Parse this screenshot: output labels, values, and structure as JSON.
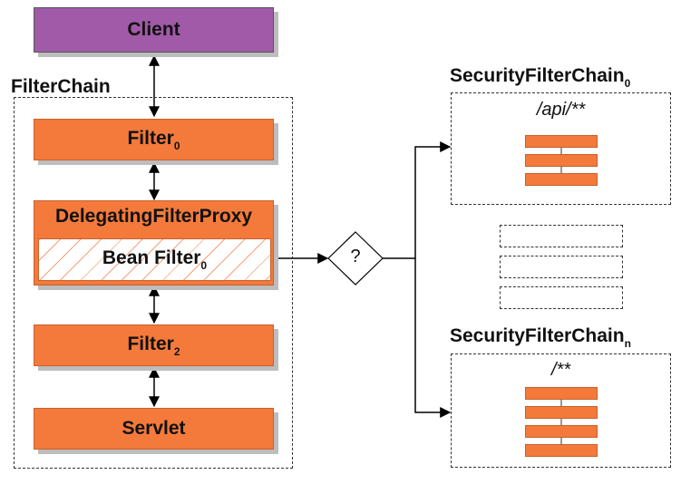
{
  "client": {
    "label": "Client"
  },
  "filter_chain": {
    "title": "FilterChain",
    "filter0": {
      "label": "Filter",
      "sub": "0"
    },
    "delegating_proxy": {
      "label": "DelegatingFilterProxy"
    },
    "bean_filter": {
      "label": "Bean Filter",
      "sub": "0"
    },
    "filter2": {
      "label": "Filter",
      "sub": "2"
    },
    "servlet": {
      "label": "Servlet"
    }
  },
  "decision": {
    "label": "?"
  },
  "security_chain_0": {
    "title": "SecurityFilterChain",
    "sub": "0",
    "pattern": "/api/**"
  },
  "security_chain_n": {
    "title": "SecurityFilterChain",
    "sub": "n",
    "pattern": "/**"
  }
}
